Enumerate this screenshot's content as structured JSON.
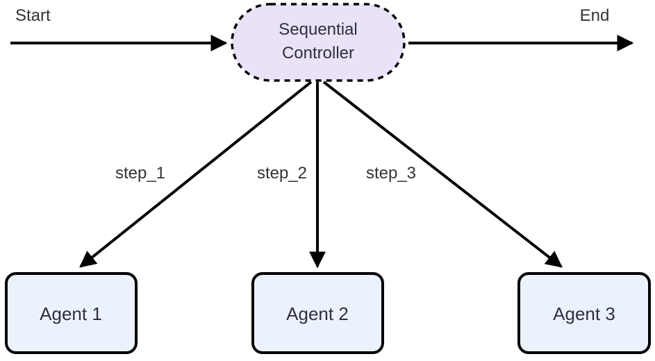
{
  "diagram": {
    "labels": {
      "start": "Start",
      "end": "End",
      "controller_line1": "Sequential",
      "controller_line2": "Controller",
      "step1": "step_1",
      "step2": "step_2",
      "step3": "step_3",
      "agent1": "Agent 1",
      "agent2": "Agent 2",
      "agent3": "Agent 3"
    },
    "colors": {
      "controller_fill": "#e9e2f8",
      "agent_fill": "#ecf2fb",
      "stroke": "#000000",
      "text": "#333333"
    },
    "structure": {
      "nodes": [
        {
          "id": "sequential_controller",
          "label": "Sequential Controller",
          "shape": "stadium",
          "border_style": "dashed"
        },
        {
          "id": "agent_1",
          "label": "Agent 1",
          "shape": "rounded-rectangle",
          "border_style": "solid"
        },
        {
          "id": "agent_2",
          "label": "Agent 2",
          "shape": "rounded-rectangle",
          "border_style": "solid"
        },
        {
          "id": "agent_3",
          "label": "Agent 3",
          "shape": "rounded-rectangle",
          "border_style": "solid"
        }
      ],
      "edges": [
        {
          "from": "start",
          "to": "sequential_controller",
          "label": "Start"
        },
        {
          "from": "sequential_controller",
          "to": "end",
          "label": "End"
        },
        {
          "from": "sequential_controller",
          "to": "agent_1",
          "label": "step_1"
        },
        {
          "from": "sequential_controller",
          "to": "agent_2",
          "label": "step_2"
        },
        {
          "from": "sequential_controller",
          "to": "agent_3",
          "label": "step_3"
        }
      ]
    }
  }
}
